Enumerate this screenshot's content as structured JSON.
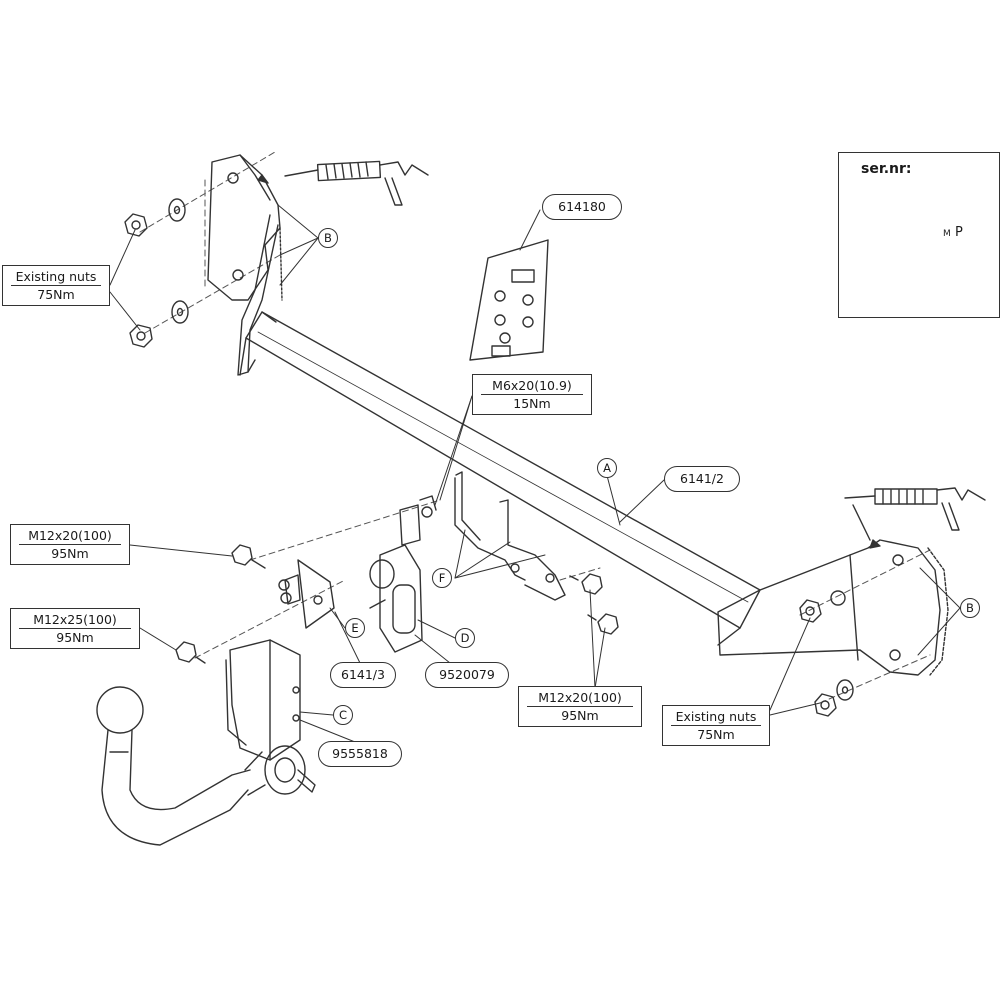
{
  "parts": {
    "bar": "6141/2",
    "kit": "614180",
    "bracket": "6141/3",
    "socket": "9520079",
    "ball": "9555818"
  },
  "letters": {
    "a": "A",
    "b": "B",
    "c": "C",
    "d": "D",
    "e": "E",
    "f": "F"
  },
  "fasteners": {
    "existing_nuts": {
      "name": "Existing nuts",
      "torque": "75Nm"
    },
    "m6": {
      "name": "M6x20(10.9)",
      "torque": "15Nm"
    },
    "m12x20": {
      "name": "M12x20(100)",
      "torque": "95Nm"
    },
    "m12x25": {
      "name": "M12x25(100)",
      "torque": "95Nm"
    }
  },
  "serial_panel": {
    "title": "ser.nr:",
    "plate_text": "M",
    "plate_letter": "P",
    "warning_icon": "warning-triangle-icon",
    "eye_icon": "eye-icon"
  }
}
